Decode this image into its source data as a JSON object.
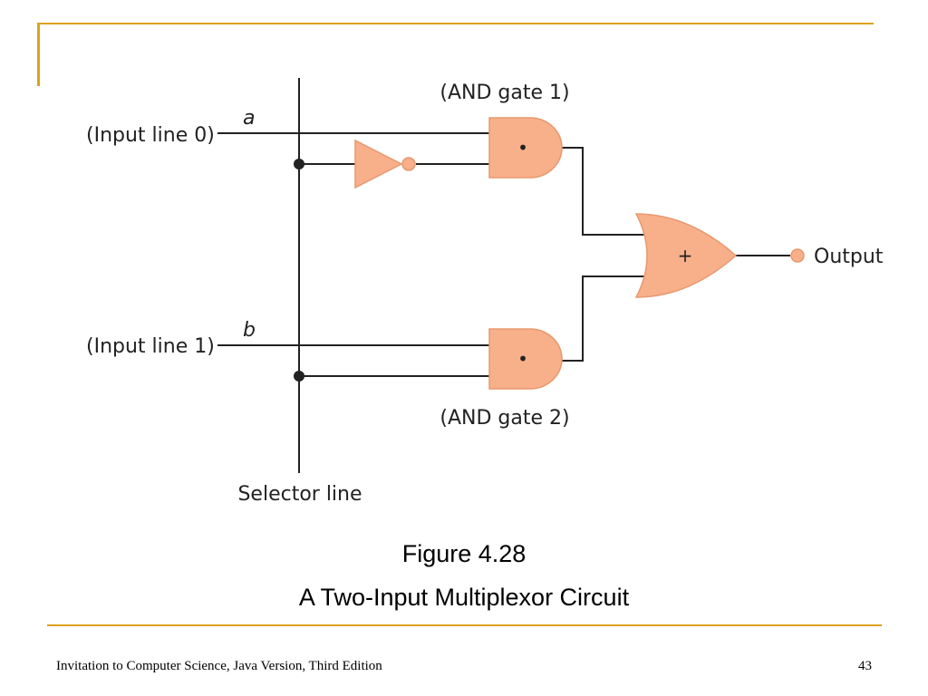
{
  "colors": {
    "accent": "#DDA21E",
    "gate_fill": "#F8B08A",
    "gate_stroke": "#E8986E",
    "wire": "#222222"
  },
  "diagram": {
    "input0_label": "(Input line 0)",
    "input0_var": "a",
    "input1_label": "(Input line 1)",
    "input1_var": "b",
    "and_gate1_label": "(AND gate 1)",
    "and_gate2_label": "(AND gate 2)",
    "selector_label": "Selector line",
    "output_label": "Output",
    "and_symbol": "•",
    "or_symbol": "+"
  },
  "caption": {
    "line1": "Figure 4.28",
    "line2": "A Two-Input Multiplexor Circuit"
  },
  "footer": {
    "book_title": "Invitation to Computer Science, Java Version, Third Edition",
    "page_number": "43"
  }
}
